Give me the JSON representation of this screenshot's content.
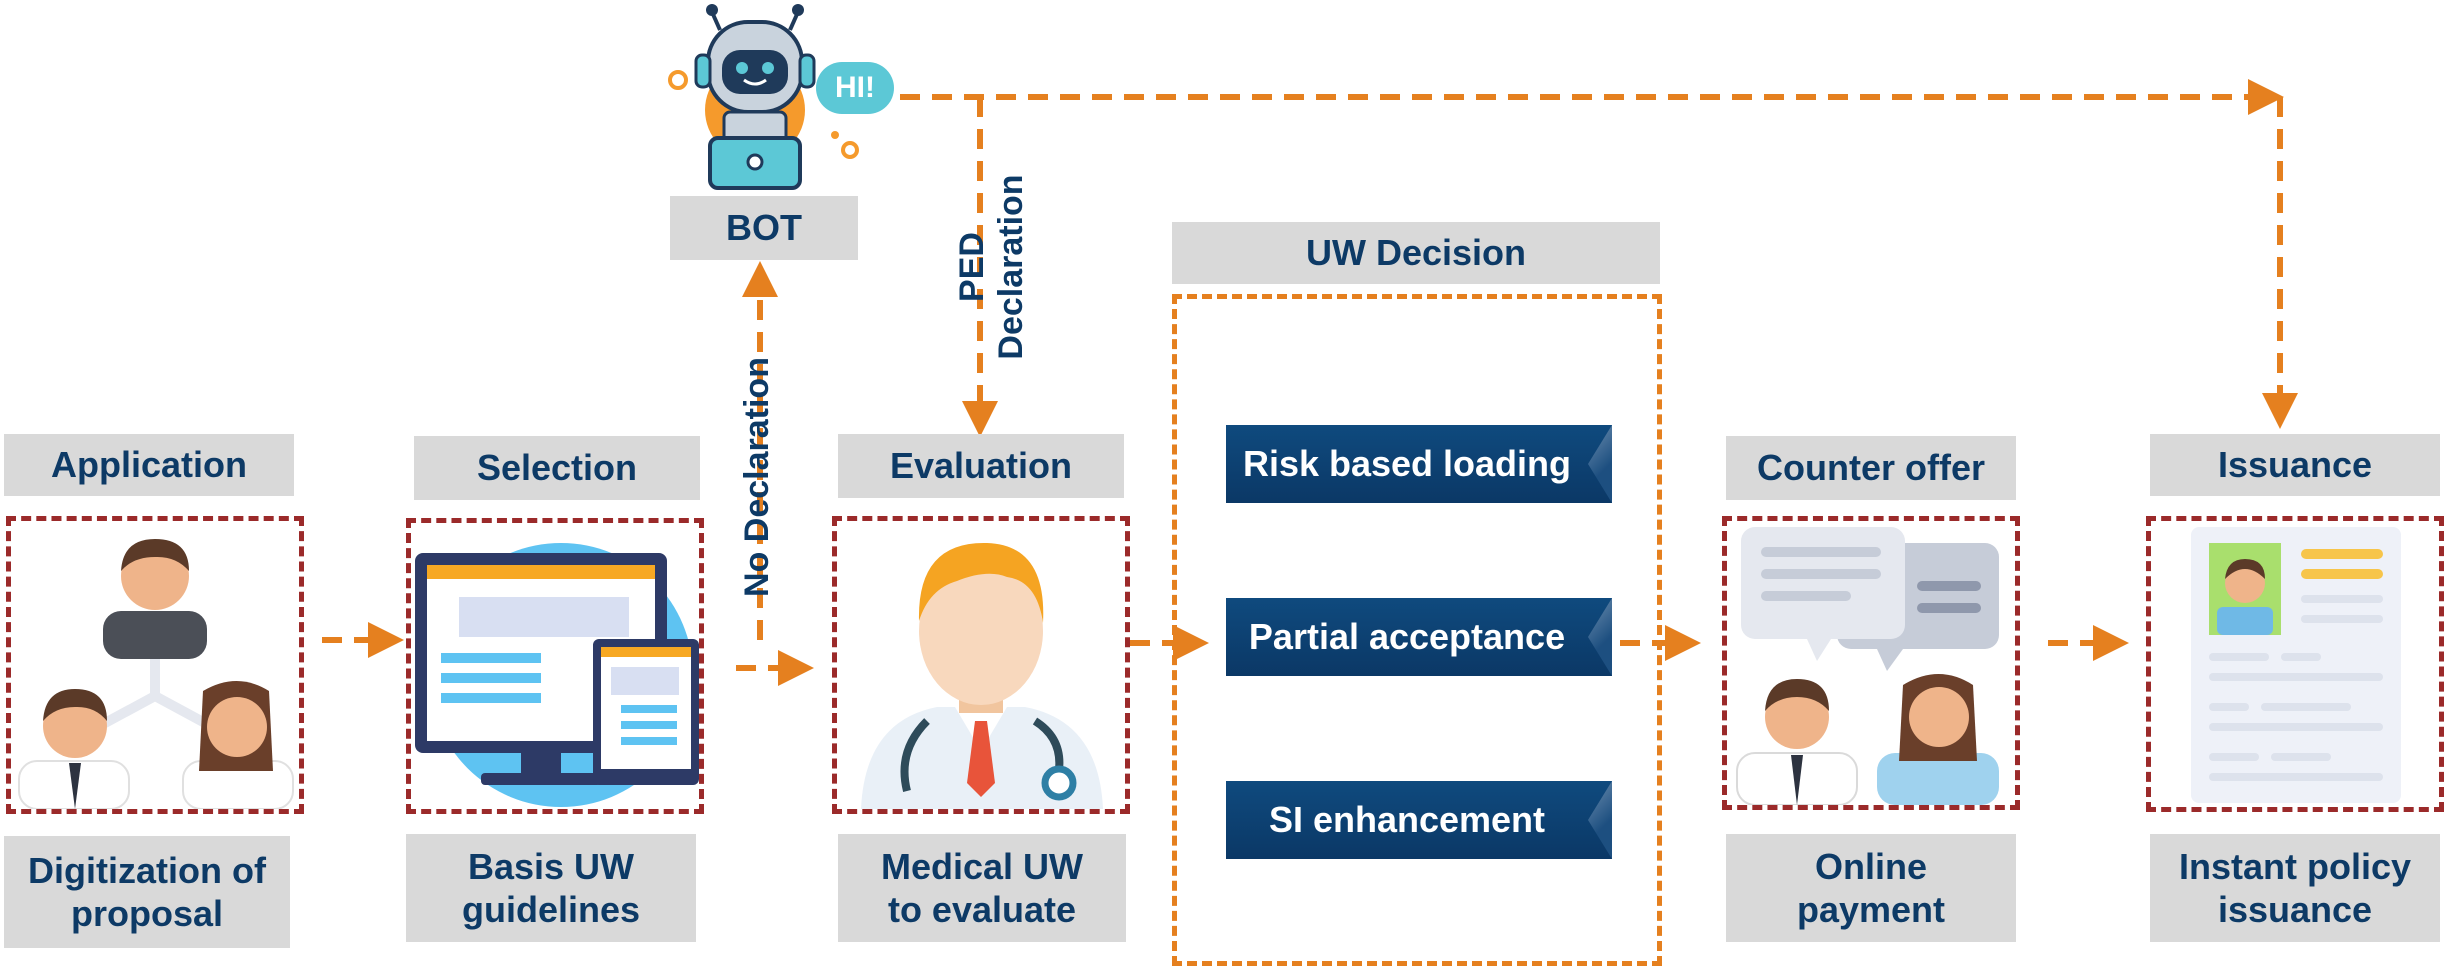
{
  "stages": {
    "application": {
      "title": "Application",
      "caption": "Digitization of proposal"
    },
    "selection": {
      "title": "Selection",
      "caption": "Basis UW guidelines"
    },
    "evaluation": {
      "title": "Evaluation",
      "caption": "Medical UW to evaluate"
    },
    "counter_offer": {
      "title": "Counter offer",
      "caption": "Online payment"
    },
    "issuance": {
      "title": "Issuance",
      "caption": "Instant policy issuance"
    }
  },
  "bot": {
    "label": "BOT",
    "bubble": "HI!"
  },
  "flows": {
    "no_declaration": "No Declaration",
    "ped_declaration": "PED Declaration"
  },
  "uw_decision": {
    "title": "UW Decision",
    "options": [
      "Risk based loading",
      "Partial acceptance",
      "SI enhancement"
    ]
  },
  "colors": {
    "label_text": "#0d3a66",
    "label_bg": "#d9d9d9",
    "frame": "#9b2a2a",
    "arrow": "#e5801f",
    "ribbon": "#0b3866"
  }
}
